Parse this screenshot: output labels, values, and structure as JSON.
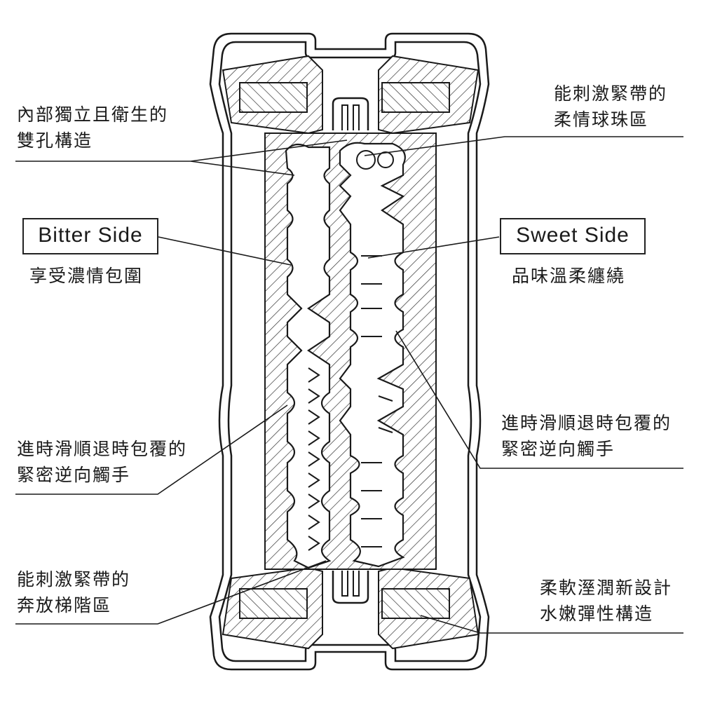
{
  "labels": {
    "inner_dual_hole": [
      "內部獨立且衛生的",
      "雙孔構造"
    ],
    "stimulation_balls": [
      "能刺激緊帶的",
      "柔情球珠區"
    ],
    "bitter_side": "Bitter Side",
    "bitter_side_desc": "享受濃情包圍",
    "sweet_side": "Sweet Side",
    "sweet_side_desc": "品味溫柔纏繞",
    "reverse_tentacles_left": [
      "進時滑順退時包覆的",
      "緊密逆向觸手"
    ],
    "reverse_tentacles_right": [
      "進時滑順退時包覆的",
      "緊密逆向觸手"
    ],
    "stimulation_steps": [
      "能刺激緊帶的",
      "奔放梯階區"
    ],
    "soft_material": [
      "柔軟溼潤新設計",
      "水嫩彈性構造"
    ]
  },
  "colors": {
    "line": "#1a1a1a",
    "background": "#ffffff"
  }
}
